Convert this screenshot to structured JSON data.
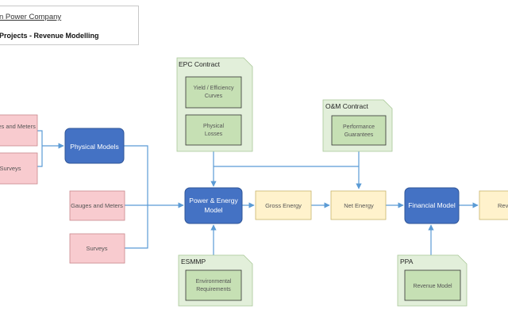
{
  "header": {
    "company": "n Power Company",
    "subtitle": "Projects - Revenue Modelling"
  },
  "nodes": {
    "gauges_left": "ges and Meters",
    "surveys_left": "Surveys",
    "physical_models": "Physical Models",
    "gauges": "Gauges and Meters",
    "surveys": "Surveys",
    "epc_contract": "EPC Contract",
    "yield_curves": [
      "Yield / Efficiency",
      "Curves"
    ],
    "physical_losses": [
      "Physical",
      "Losses"
    ],
    "om_contract": "O&M Contract",
    "performance": [
      "Performance",
      "Guarantees"
    ],
    "power_energy_model": [
      "Power & Energy",
      "Model"
    ],
    "gross_energy": "Gross Energy",
    "net_energy": "Net Energy",
    "financial_model": "Financial Model",
    "revenue_right": "Rev",
    "esmmp": "ESMMP",
    "env_requirements": [
      "Environmental",
      "Requirements"
    ],
    "ppa": "PPA",
    "revenue_model": "Revenue Model"
  },
  "colors": {
    "blue_box": "#4472c4",
    "pink_fill": "#f8cbcf",
    "pink_stroke": "#c9888d",
    "yellow_fill": "#fff2cc",
    "yellow_stroke": "#c9b46b",
    "doc_fill": "#e2efda",
    "doc_stroke": "#a9c897",
    "green_inner": "#c6e0b4",
    "connector": "#5b9bd5"
  }
}
